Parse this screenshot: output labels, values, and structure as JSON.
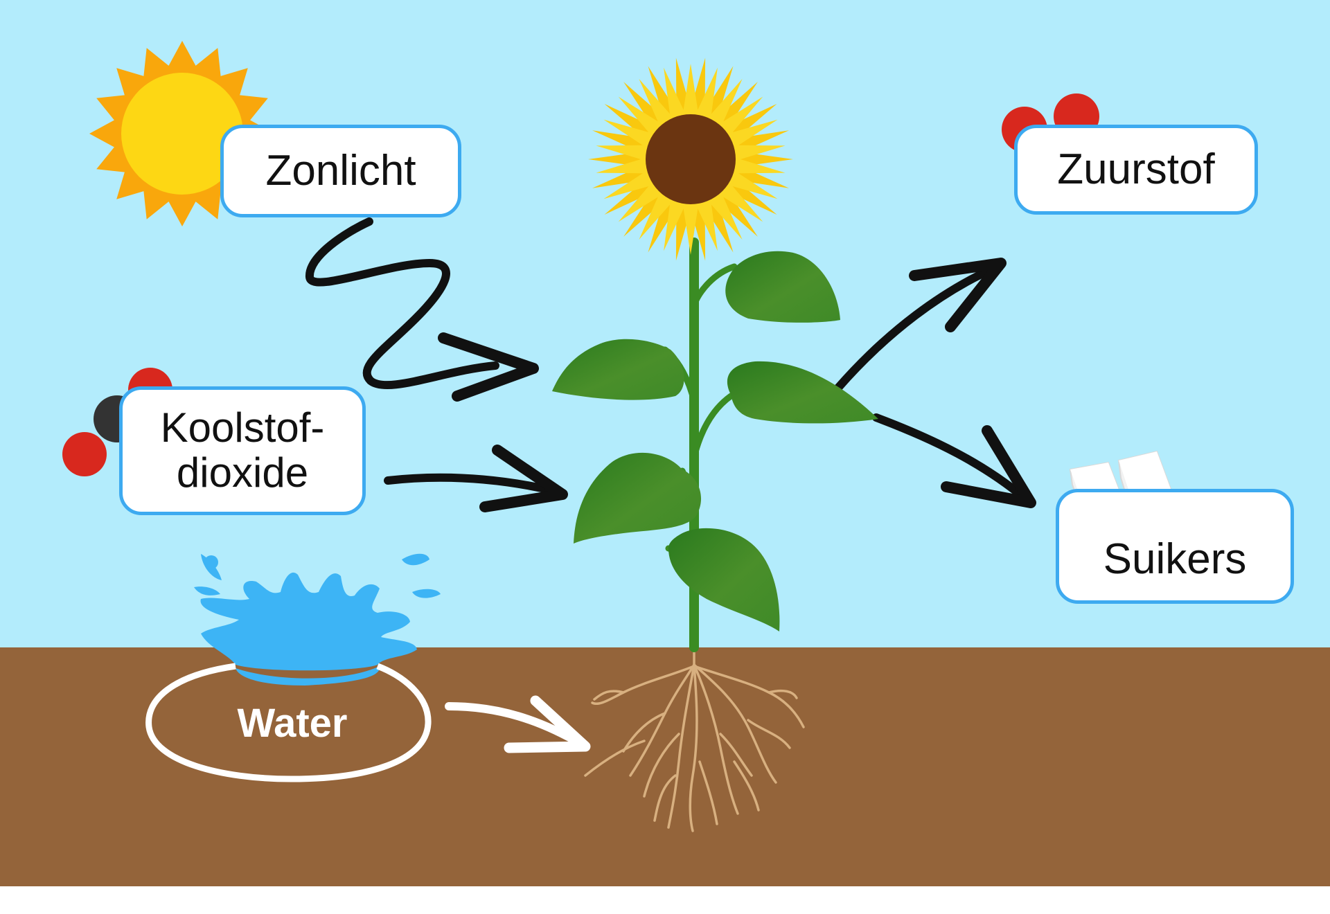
{
  "labels": {
    "sunlight": "Zonlicht",
    "oxygen": "Zuurstof",
    "co2_line1": "Koolstof-",
    "co2_line2": "dioxide",
    "sugars": "Suikers",
    "water": "Water"
  },
  "colors": {
    "sky": "#b3ecfc",
    "soil": "#94643a",
    "label_border": "#3daaf0",
    "sun_core": "#fdd714",
    "sun_rays": "#f9a70c",
    "petal": "#fbd822",
    "flower_center": "#6b3511",
    "leaf": "#4a8f2a",
    "leaf_dark": "#2a7a1e",
    "stem": "#3a8c23",
    "root": "#d8b080",
    "oxygen_atom": "#d8281e",
    "carbon_atom": "#333333",
    "water": "#3db4f5",
    "arrow": "#111111",
    "water_arrow": "#ffffff"
  },
  "icons": [
    "sun-icon",
    "oxygen-molecule-icon",
    "carbon-dioxide-molecule-icon",
    "water-splash-icon",
    "sugar-cubes-icon",
    "sunflower-icon"
  ]
}
